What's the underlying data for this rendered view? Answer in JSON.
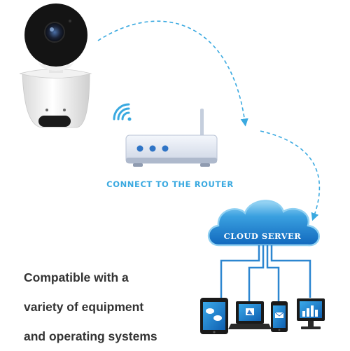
{
  "labels": {
    "router": "CONNECT TO THE ROUTER",
    "cloud": "CLOUD SERVER"
  },
  "caption": {
    "lines": [
      "Compatible with a",
      "variety of equipment",
      "and operating systems"
    ]
  },
  "colors": {
    "accent": "#3aa9e0",
    "cloud_fill": "#1e88d6",
    "cloud_light": "#8fd0f2",
    "text_dark": "#333333",
    "router_body": "#e9eef7",
    "router_leds": "#2f74c6",
    "screen": "#1f7fd1",
    "device_outline": "#222222"
  },
  "icons": {
    "camera": "ip-camera-icon",
    "wifi": "wifi-icon",
    "router": "router-icon",
    "cloud": "cloud-icon",
    "devices": [
      "tablet-icon",
      "laptop-icon",
      "smartphone-icon",
      "monitor-icon"
    ]
  }
}
